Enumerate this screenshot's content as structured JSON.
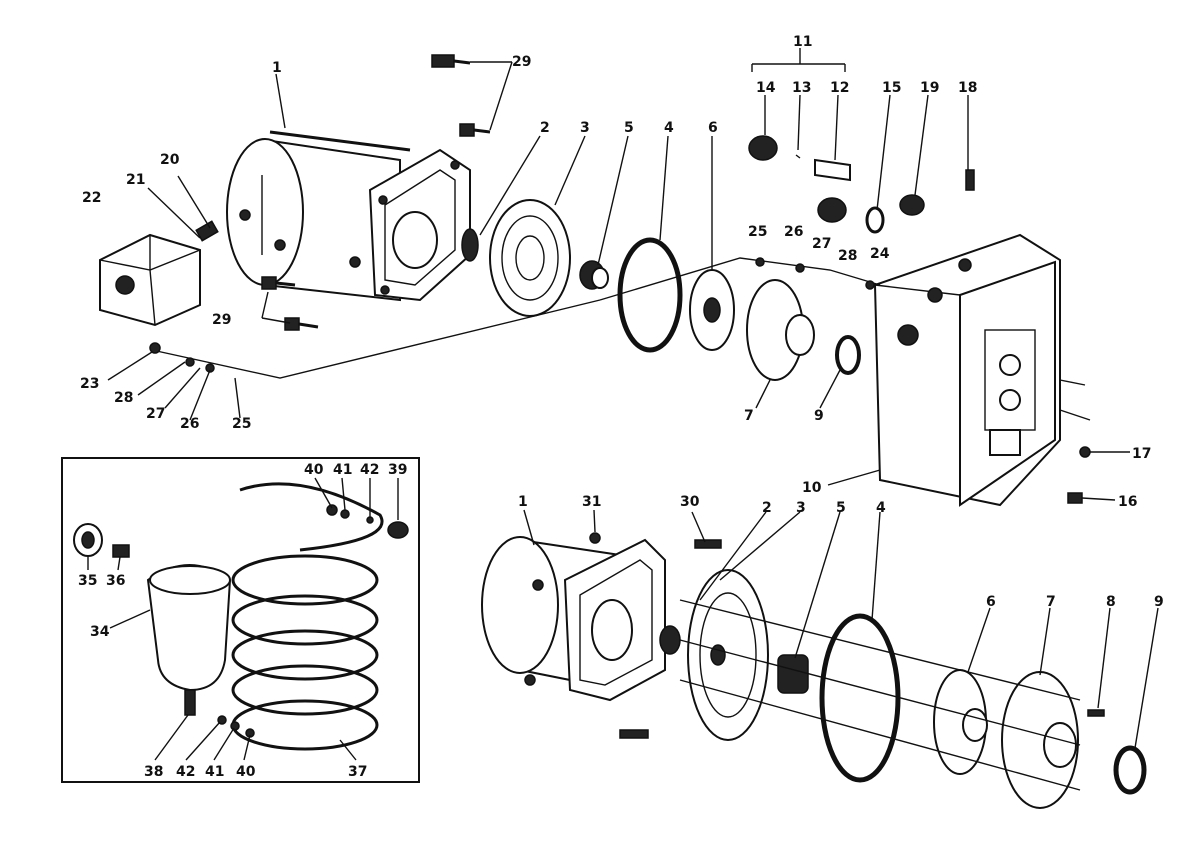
{
  "labels": {
    "l_1_top": "1",
    "l_29_a": "29",
    "l_29_b": "29",
    "l_2_top": "2",
    "l_3_top": "3",
    "l_5_top": "5",
    "l_4_top": "4",
    "l_6_top": "6",
    "l_11": "11",
    "l_14": "14",
    "l_13": "13",
    "l_12": "12",
    "l_15": "15",
    "l_19": "19",
    "l_18": "18",
    "l_20": "20",
    "l_21": "21",
    "l_22": "22",
    "l_25_r": "25",
    "l_26_r": "26",
    "l_27_r": "27",
    "l_28_r": "28",
    "l_24": "24",
    "l_23": "23",
    "l_28_l": "28",
    "l_27_l": "27",
    "l_26_l": "26",
    "l_25_l": "25",
    "l_7_top": "7",
    "l_9_top": "9",
    "l_10": "10",
    "l_17": "17",
    "l_16": "16",
    "l_40_top": "40",
    "l_41_top": "41",
    "l_42_top": "42",
    "l_39": "39",
    "l_35": "35",
    "l_36": "36",
    "l_34": "34",
    "l_38": "38",
    "l_42_bot": "42",
    "l_41_bot": "41",
    "l_40_bot": "40",
    "l_37": "37",
    "l_1_bot": "1",
    "l_31": "31",
    "l_30": "30",
    "l_2_bot": "2",
    "l_3_bot": "3",
    "l_5_bot": "5",
    "l_4_bot": "4",
    "l_6_bot": "6",
    "l_7_bot": "7",
    "l_8": "8",
    "l_9_bot": "9"
  }
}
